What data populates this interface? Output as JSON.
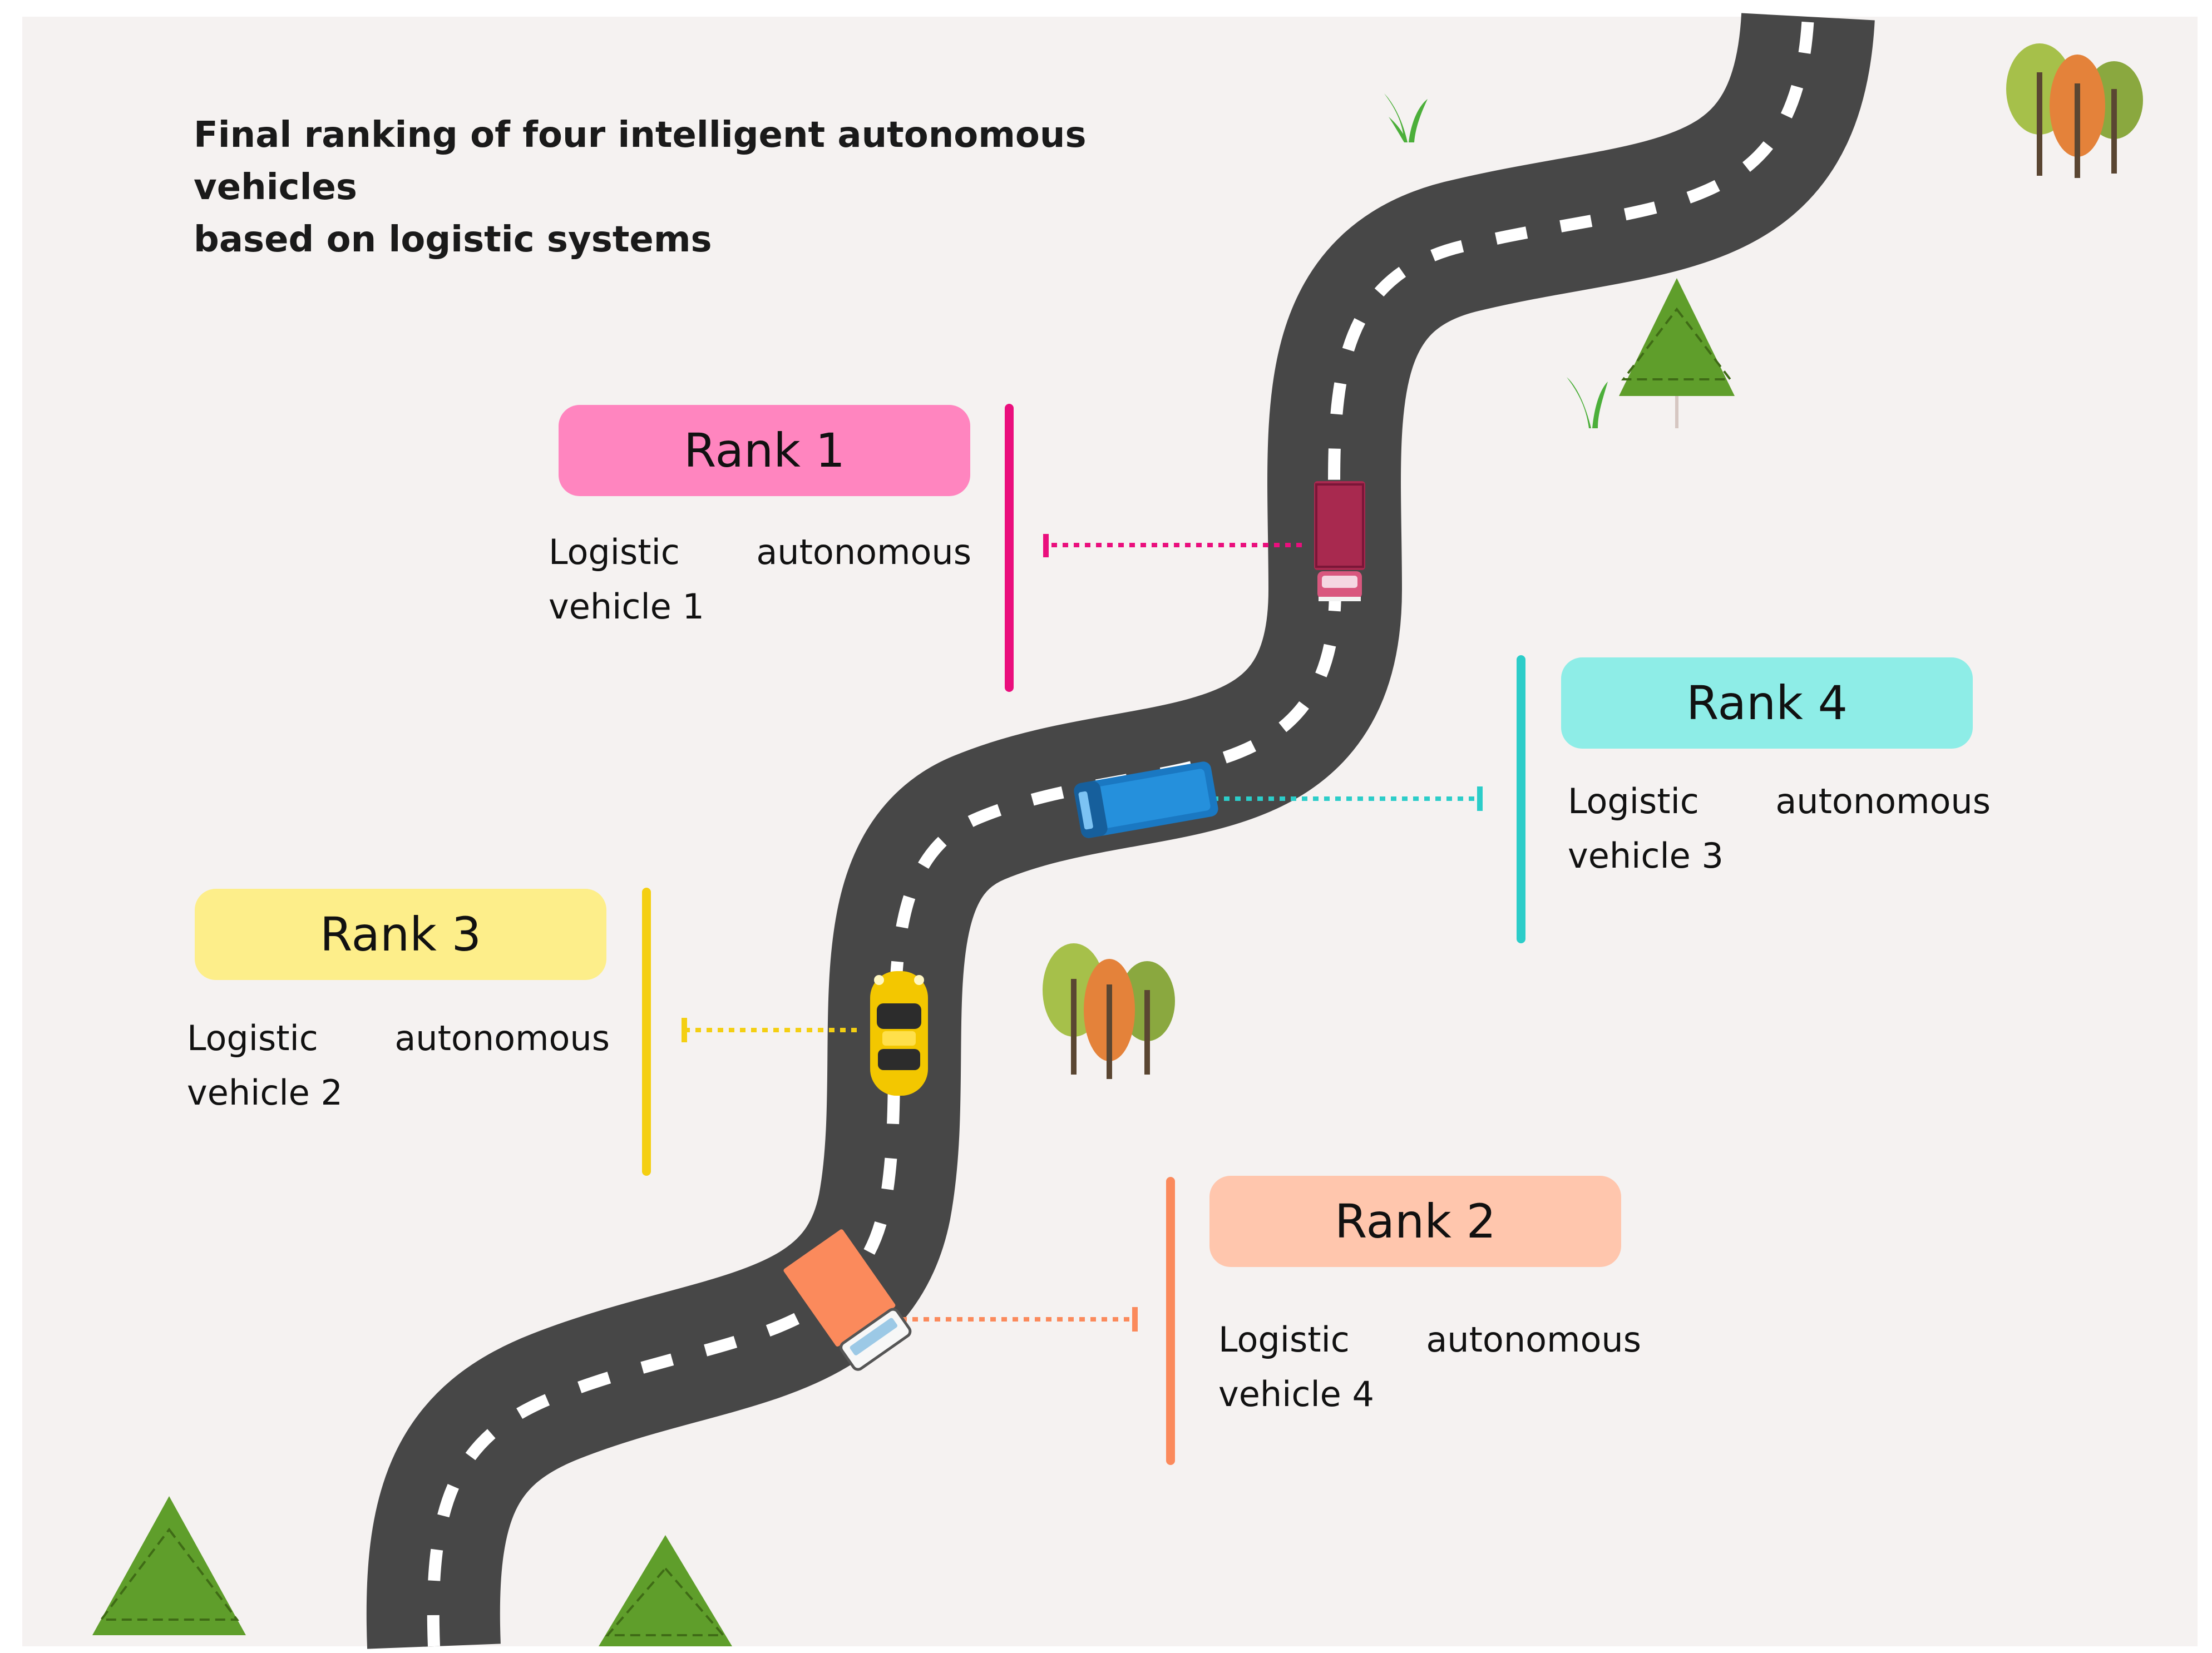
{
  "title": {
    "line1": "Final ranking of four intelligent autonomous vehicles",
    "line2": "based on logistic systems"
  },
  "ranks": [
    {
      "rank_label": "Rank 1",
      "word1": "Logistic",
      "word2": "autonomous",
      "word3": "vehicle 1",
      "color": "#ff85bf",
      "line_color": "#ea0f7d",
      "vehicle": "maroon-truck"
    },
    {
      "rank_label": "Rank 4",
      "word1": "Logistic",
      "word2": "autonomous",
      "word3": "vehicle 3",
      "color": "#8eede7",
      "line_color": "#2ccdc9",
      "vehicle": "blue-bus"
    },
    {
      "rank_label": "Rank 3",
      "word1": "Logistic",
      "word2": "autonomous",
      "word3": "vehicle 2",
      "color": "#fdee8a",
      "line_color": "#f4cf12",
      "vehicle": "yellow-car"
    },
    {
      "rank_label": "Rank 2",
      "word1": "Logistic",
      "word2": "autonomous",
      "word3": "vehicle 4",
      "color": "#ffc6ad",
      "line_color": "#fb8a5c",
      "vehicle": "orange-truck"
    }
  ],
  "colors": {
    "background": "#f5f2f1",
    "road": "#474747",
    "lane": "#ffffff",
    "pine": "#5f9e2b",
    "grass": "#4caf3a"
  }
}
